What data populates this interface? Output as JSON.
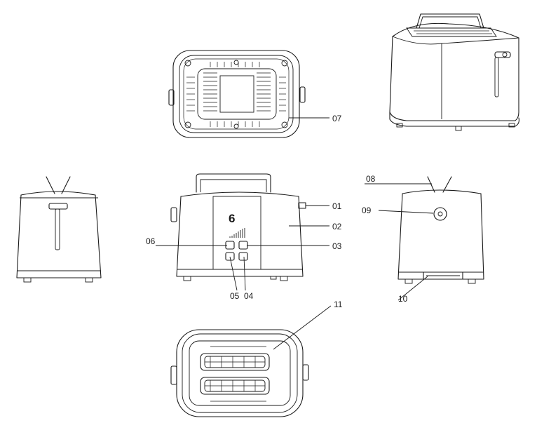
{
  "diagram": {
    "display_value": "6",
    "callouts": [
      {
        "id": "01",
        "label": "01"
      },
      {
        "id": "02",
        "label": "02"
      },
      {
        "id": "03",
        "label": "03"
      },
      {
        "id": "04",
        "label": "04"
      },
      {
        "id": "05",
        "label": "05"
      },
      {
        "id": "06",
        "label": "06"
      },
      {
        "id": "07",
        "label": "07"
      },
      {
        "id": "08",
        "label": "08"
      },
      {
        "id": "09",
        "label": "09"
      },
      {
        "id": "10",
        "label": "10"
      },
      {
        "id": "11",
        "label": "11"
      }
    ]
  }
}
